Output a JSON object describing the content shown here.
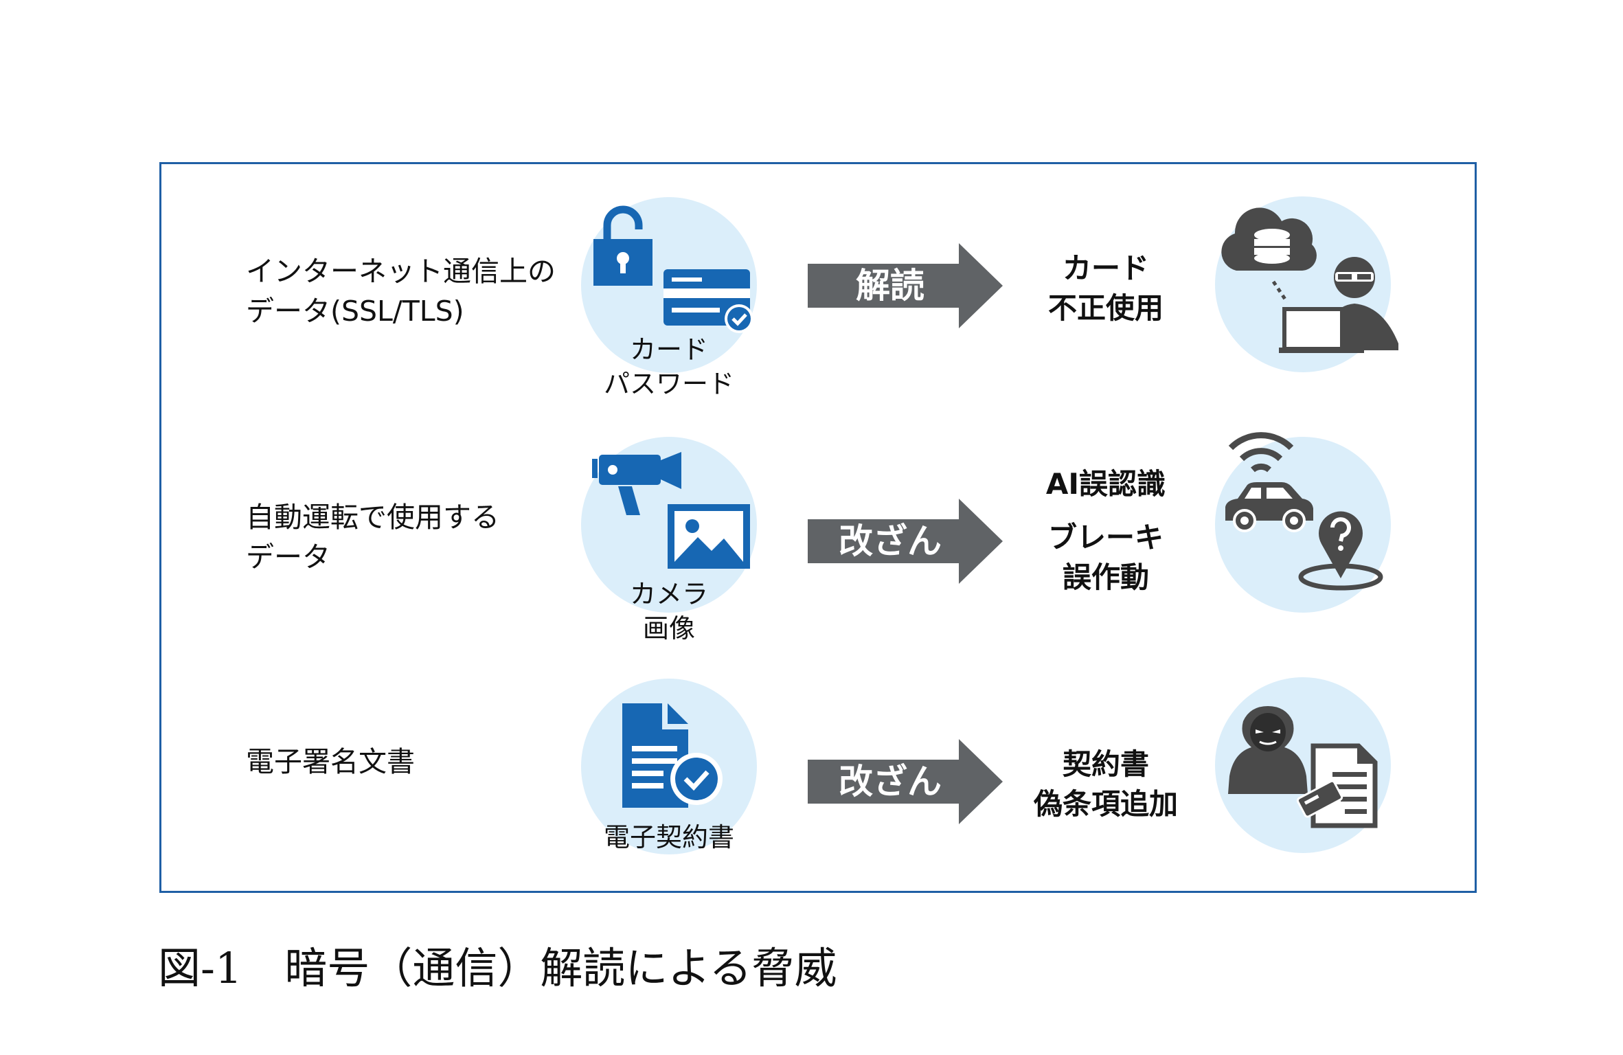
{
  "rows": [
    {
      "source_lines": [
        "インターネット通信上の",
        "データ(SSL/TLS)"
      ],
      "target_label_lines": [
        "カード",
        "パスワード"
      ],
      "target_icons": [
        "padlock-open-icon",
        "credit-card-check-icon"
      ],
      "action": "解読",
      "result_lines": [
        "カード",
        "不正使用"
      ],
      "threat_icons": [
        "cloud-database-icon",
        "hacker-laptop-icon"
      ]
    },
    {
      "source_lines": [
        "自動運転で使用する",
        "データ"
      ],
      "target_label_lines": [
        "カメラ",
        "画像"
      ],
      "target_icons": [
        "security-camera-icon",
        "image-icon"
      ],
      "action": "改ざん",
      "result_lines": [
        "AI誤認識",
        "ブレーキ",
        "誤作動"
      ],
      "threat_icons": [
        "wifi-icon",
        "car-icon",
        "location-question-icon"
      ]
    },
    {
      "source_lines": [
        "電子署名文書"
      ],
      "target_label_lines": [
        "電子契約書"
      ],
      "target_icons": [
        "document-check-icon"
      ],
      "action": "改ざん",
      "result_lines": [
        "契約書",
        "偽条項追加"
      ],
      "threat_icons": [
        "hooded-hacker-icon",
        "document-edit-icon"
      ]
    }
  ],
  "caption": "図-1　暗号（通信）解読による脅威",
  "colors": {
    "frame": "#1f5fa5",
    "icon_blue": "#1767b3",
    "circle": "#dbeefa",
    "arrow": "#606366",
    "threat_icon": "#4a4a4a"
  }
}
